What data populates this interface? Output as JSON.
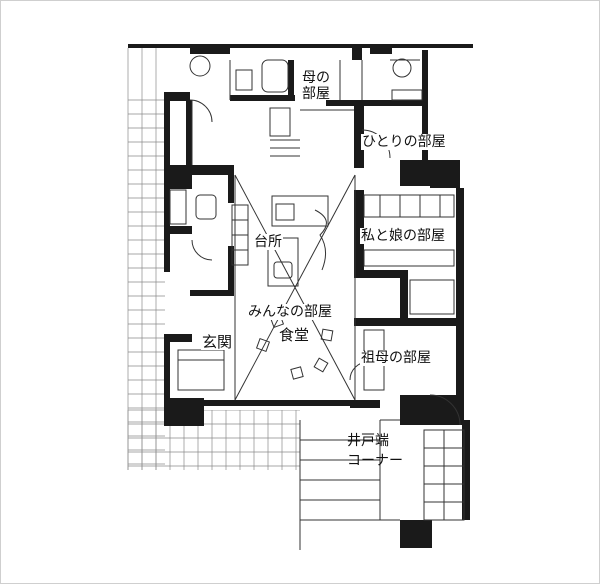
{
  "rooms": {
    "mother_room": "母の\n部屋",
    "solo_room": "ひとりの部屋",
    "me_daughter_room": "私と娘の部屋",
    "kitchen": "台所",
    "everyone_room": "みんなの部屋",
    "dining": "食堂",
    "entrance": "玄関",
    "grandmother_room": "祖母の部屋",
    "well_corner": "井戸端\nコーナー"
  },
  "colors": {
    "wall": "#1a1a1a",
    "line": "#333333",
    "grid": "#8a8a8a",
    "background": "#ffffff"
  }
}
